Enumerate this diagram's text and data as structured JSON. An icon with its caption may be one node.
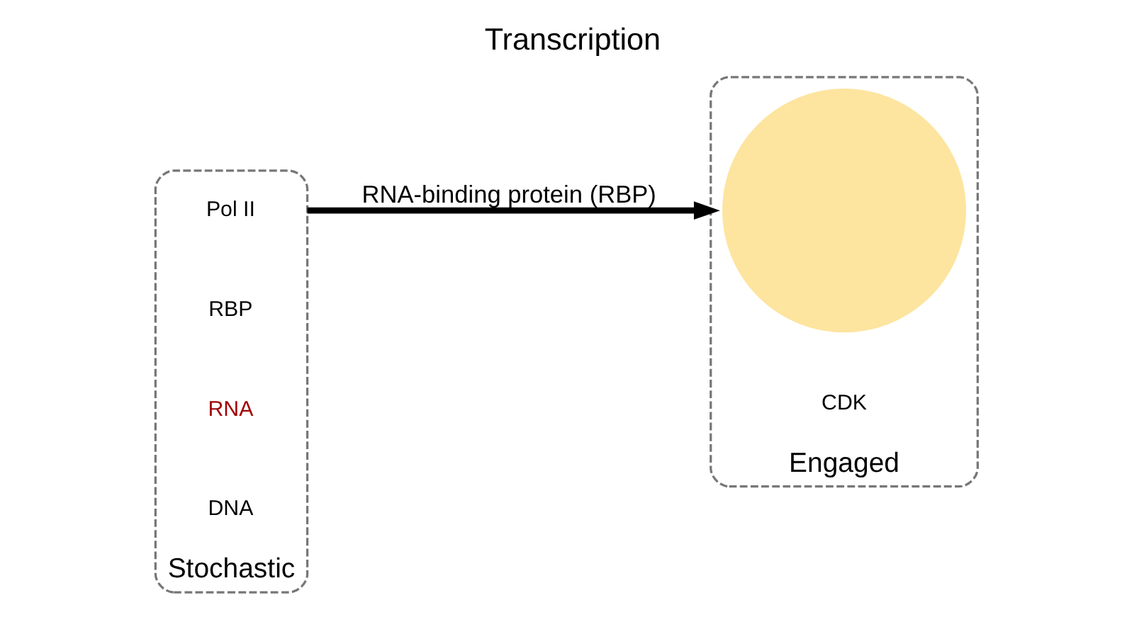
{
  "diagram": {
    "title": "Transcription",
    "nodes": [
      {
        "text": [
          "Stochastic"
        ]
      },
      {
        "text": [
          "Engaged"
        ]
      },
      {
        "text": [],
        "shape": "circle",
        "in": 1
      }
    ],
    "edges": [
      {
        "from": 0,
        "to": 1,
        "arrow": "to",
        "label": "RNA-binding protein (RBP)"
      }
    ],
    "labels": [
      "Pol II",
      "RBP",
      "RNA",
      "DNA",
      "CDK"
    ]
  }
}
